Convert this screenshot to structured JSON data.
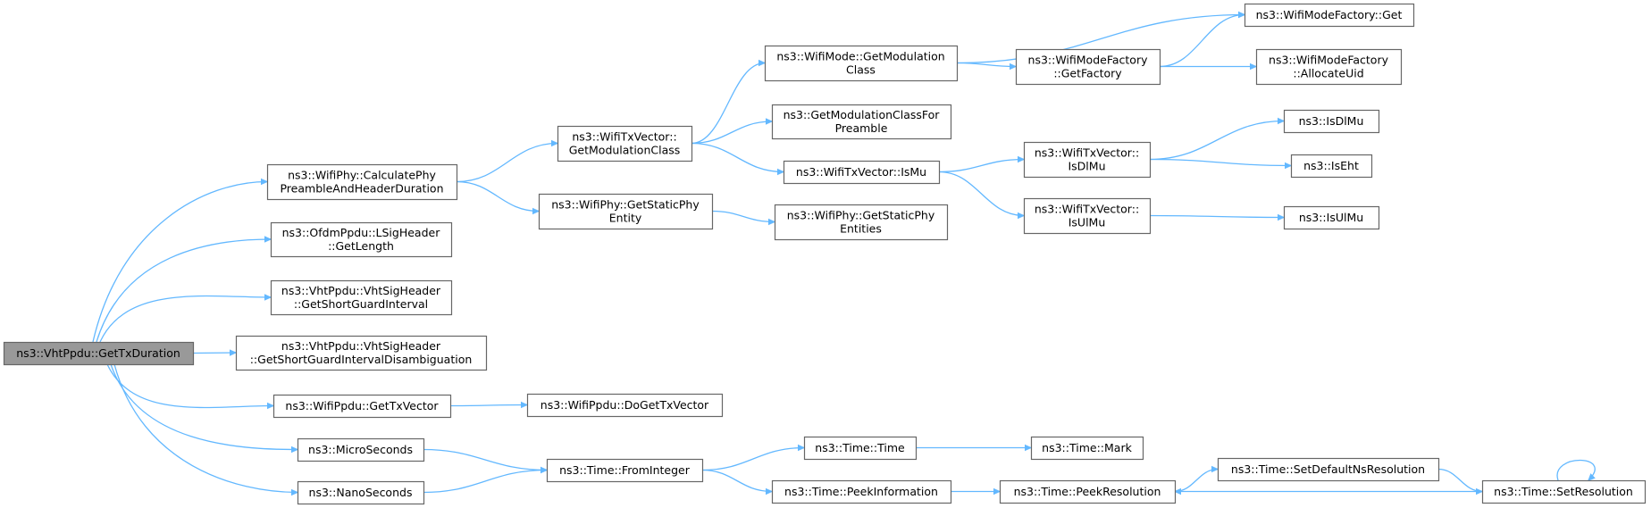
{
  "diagram": {
    "nodes": [
      {
        "id": "gettxduration",
        "lines": [
          "ns3::VhtPpdu::GetTxDuration"
        ],
        "root": true
      },
      {
        "id": "calcphy",
        "lines": [
          "ns3::WifiPhy::CalculatePhy",
          "PreambleAndHeaderDuration"
        ]
      },
      {
        "id": "lsiglength",
        "lines": [
          "ns3::OfdmPpdu::LSigHeader",
          "::GetLength"
        ]
      },
      {
        "id": "shortgi",
        "lines": [
          "ns3::VhtPpdu::VhtSigHeader",
          "::GetShortGuardInterval"
        ]
      },
      {
        "id": "shortgidisamb",
        "lines": [
          "ns3::VhtPpdu::VhtSigHeader",
          "::GetShortGuardIntervalDisambiguation"
        ]
      },
      {
        "id": "gettxvector",
        "lines": [
          "ns3::WifiPpdu::GetTxVector"
        ]
      },
      {
        "id": "dogettxvector",
        "lines": [
          "ns3::WifiPpdu::DoGetTxVector"
        ]
      },
      {
        "id": "microseconds",
        "lines": [
          "ns3::MicroSeconds"
        ]
      },
      {
        "id": "nanoseconds",
        "lines": [
          "ns3::NanoSeconds"
        ]
      },
      {
        "id": "frominteger",
        "lines": [
          "ns3::Time::FromInteger"
        ]
      },
      {
        "id": "timetime",
        "lines": [
          "ns3::Time::Time"
        ]
      },
      {
        "id": "timemark",
        "lines": [
          "ns3::Time::Mark"
        ]
      },
      {
        "id": "peekinfo",
        "lines": [
          "ns3::Time::PeekInformation"
        ]
      },
      {
        "id": "peekres",
        "lines": [
          "ns3::Time::PeekResolution"
        ]
      },
      {
        "id": "setdefaultns",
        "lines": [
          "ns3::Time::SetDefaultNsResolution"
        ]
      },
      {
        "id": "setres",
        "lines": [
          "ns3::Time::SetResolution"
        ]
      },
      {
        "id": "txvecgetmod",
        "lines": [
          "ns3::WifiTxVector::",
          "GetModulationClass"
        ]
      },
      {
        "id": "getstaticphyentity",
        "lines": [
          "ns3::WifiPhy::GetStaticPhy",
          "Entity"
        ]
      },
      {
        "id": "getstaticphyentities",
        "lines": [
          "ns3::WifiPhy::GetStaticPhy",
          "Entities"
        ]
      },
      {
        "id": "modegetmod",
        "lines": [
          "ns3::WifiMode::GetModulation",
          "Class"
        ]
      },
      {
        "id": "getmodforpreamble",
        "lines": [
          "ns3::GetModulationClassFor",
          "Preamble"
        ]
      },
      {
        "id": "txvecismu",
        "lines": [
          "ns3::WifiTxVector::IsMu"
        ]
      },
      {
        "id": "factoryget",
        "lines": [
          "ns3::WifiModeFactory::Get"
        ]
      },
      {
        "id": "getfactory",
        "lines": [
          "ns3::WifiModeFactory",
          "::GetFactory"
        ]
      },
      {
        "id": "allocateuid",
        "lines": [
          "ns3::WifiModeFactory",
          "::AllocateUid"
        ]
      },
      {
        "id": "txvecisdlmu",
        "lines": [
          "ns3::WifiTxVector::",
          "IsDlMu"
        ]
      },
      {
        "id": "txvecisulmu",
        "lines": [
          "ns3::WifiTxVector::",
          "IsUlMu"
        ]
      },
      {
        "id": "isdlmu",
        "lines": [
          "ns3::IsDlMu"
        ]
      },
      {
        "id": "iseht",
        "lines": [
          "ns3::IsEht"
        ]
      },
      {
        "id": "isulmu",
        "lines": [
          "ns3::IsUlMu"
        ]
      }
    ],
    "edges": [
      {
        "from": "gettxduration",
        "to": "calcphy"
      },
      {
        "from": "gettxduration",
        "to": "lsiglength"
      },
      {
        "from": "gettxduration",
        "to": "shortgi"
      },
      {
        "from": "gettxduration",
        "to": "shortgidisamb"
      },
      {
        "from": "gettxduration",
        "to": "gettxvector"
      },
      {
        "from": "gettxduration",
        "to": "microseconds"
      },
      {
        "from": "gettxduration",
        "to": "nanoseconds"
      },
      {
        "from": "calcphy",
        "to": "txvecgetmod"
      },
      {
        "from": "calcphy",
        "to": "getstaticphyentity"
      },
      {
        "from": "txvecgetmod",
        "to": "modegetmod"
      },
      {
        "from": "txvecgetmod",
        "to": "getmodforpreamble"
      },
      {
        "from": "txvecgetmod",
        "to": "txvecismu"
      },
      {
        "from": "modegetmod",
        "to": "factoryget"
      },
      {
        "from": "modegetmod",
        "to": "getfactory"
      },
      {
        "from": "getfactory",
        "to": "factoryget"
      },
      {
        "from": "getfactory",
        "to": "allocateuid"
      },
      {
        "from": "txvecismu",
        "to": "txvecisdlmu"
      },
      {
        "from": "txvecismu",
        "to": "txvecisulmu"
      },
      {
        "from": "txvecisdlmu",
        "to": "isdlmu"
      },
      {
        "from": "txvecisdlmu",
        "to": "iseht"
      },
      {
        "from": "txvecisulmu",
        "to": "isulmu"
      },
      {
        "from": "getstaticphyentity",
        "to": "getstaticphyentities"
      },
      {
        "from": "gettxvector",
        "to": "dogettxvector"
      },
      {
        "from": "microseconds",
        "to": "frominteger"
      },
      {
        "from": "nanoseconds",
        "to": "frominteger"
      },
      {
        "from": "frominteger",
        "to": "timetime"
      },
      {
        "from": "frominteger",
        "to": "peekinfo"
      },
      {
        "from": "timetime",
        "to": "timemark"
      },
      {
        "from": "peekinfo",
        "to": "peekres"
      },
      {
        "from": "peekres",
        "to": "setdefaultns"
      },
      {
        "from": "setdefaultns",
        "to": "setres"
      },
      {
        "from": "setres",
        "to": "peekres"
      },
      {
        "from": "setres",
        "to": "setres"
      }
    ],
    "colors": {
      "edge": "#63b8ff",
      "node_border": "#666666",
      "node_fill": "#ffffff",
      "root_fill": "#999999"
    }
  }
}
